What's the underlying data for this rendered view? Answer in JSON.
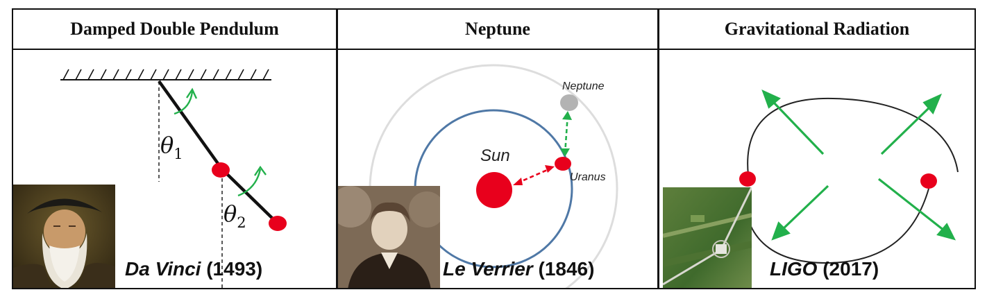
{
  "panels": [
    {
      "title": "Damped Double Pendulum",
      "caption_name": "Da Vinci",
      "caption_year": "(1493)",
      "labels": {
        "theta1": "θ",
        "theta1_sub": "1",
        "theta2": "θ",
        "theta2_sub": "2"
      }
    },
    {
      "title": "Neptune",
      "caption_name": "Le Verrier",
      "caption_year": "(1846)",
      "labels": {
        "sun": "Sun",
        "neptune": "Neptune",
        "uranus": "Uranus"
      }
    },
    {
      "title": "Gravitational Radiation",
      "caption_name": "LIGO",
      "caption_year": "(2017)"
    }
  ],
  "colors": {
    "mass_red": "#e8001c",
    "arrow_green": "#22b04b",
    "orbit_blue": "#4f78a6",
    "orbit_grey": "#dddddd",
    "neptune_grey": "#b3b3b3"
  },
  "icons": [
    "da-vinci-portrait",
    "le-verrier-portrait",
    "ligo-aerial-photo"
  ]
}
